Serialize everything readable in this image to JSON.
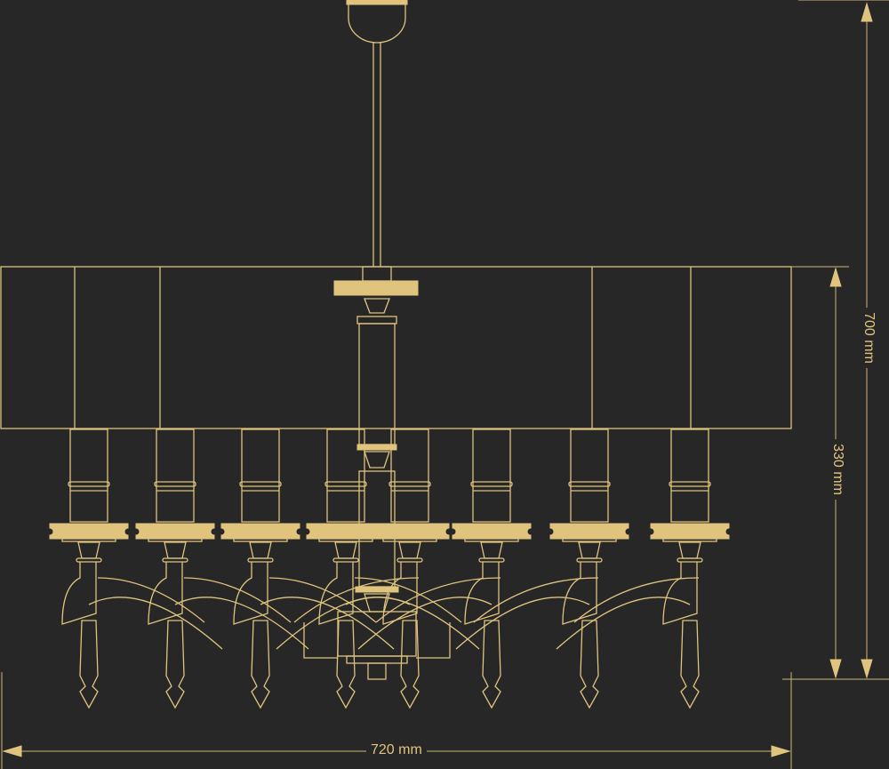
{
  "drawing": {
    "subject": "chandelier-elevation",
    "candle_count": 8,
    "colors": {
      "background": "#272727",
      "line": "#dfc47e",
      "fill": "#e0c47e"
    }
  },
  "dimensions": {
    "total_height": "700 mm",
    "shade_height": "330 mm",
    "width": "720 mm"
  }
}
